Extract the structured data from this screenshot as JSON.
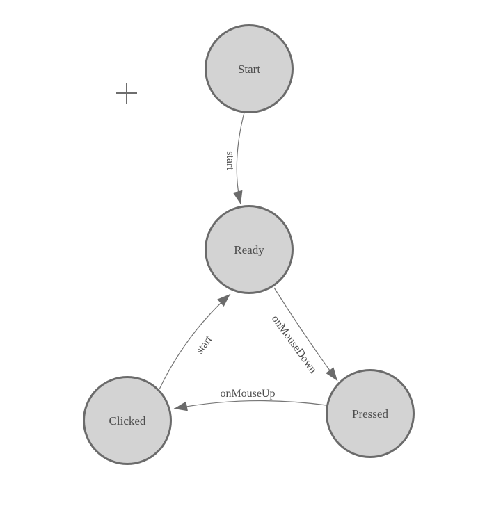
{
  "diagram": {
    "kind": "state-machine",
    "colors": {
      "background": "#ffffff",
      "node_fill": "#d3d3d3",
      "node_stroke": "#6b6b6b",
      "edge_stroke": "#757575",
      "arrowhead_fill": "#6b6b6b",
      "label_text": "#4d4d4d"
    },
    "nodes": [
      {
        "label": "Start"
      },
      {
        "label": "Ready"
      },
      {
        "label": "Clicked"
      },
      {
        "label": "Pressed"
      }
    ],
    "edges": [
      {
        "from": "Start",
        "to": "Ready",
        "label": "start"
      },
      {
        "from": "Ready",
        "to": "Pressed",
        "label": "onMouseDown"
      },
      {
        "from": "Pressed",
        "to": "Clicked",
        "label": "onMouseUp"
      },
      {
        "from": "Clicked",
        "to": "Ready",
        "label": "start"
      }
    ],
    "icons": [
      {
        "name": "plus-crosshair-icon"
      }
    ]
  }
}
